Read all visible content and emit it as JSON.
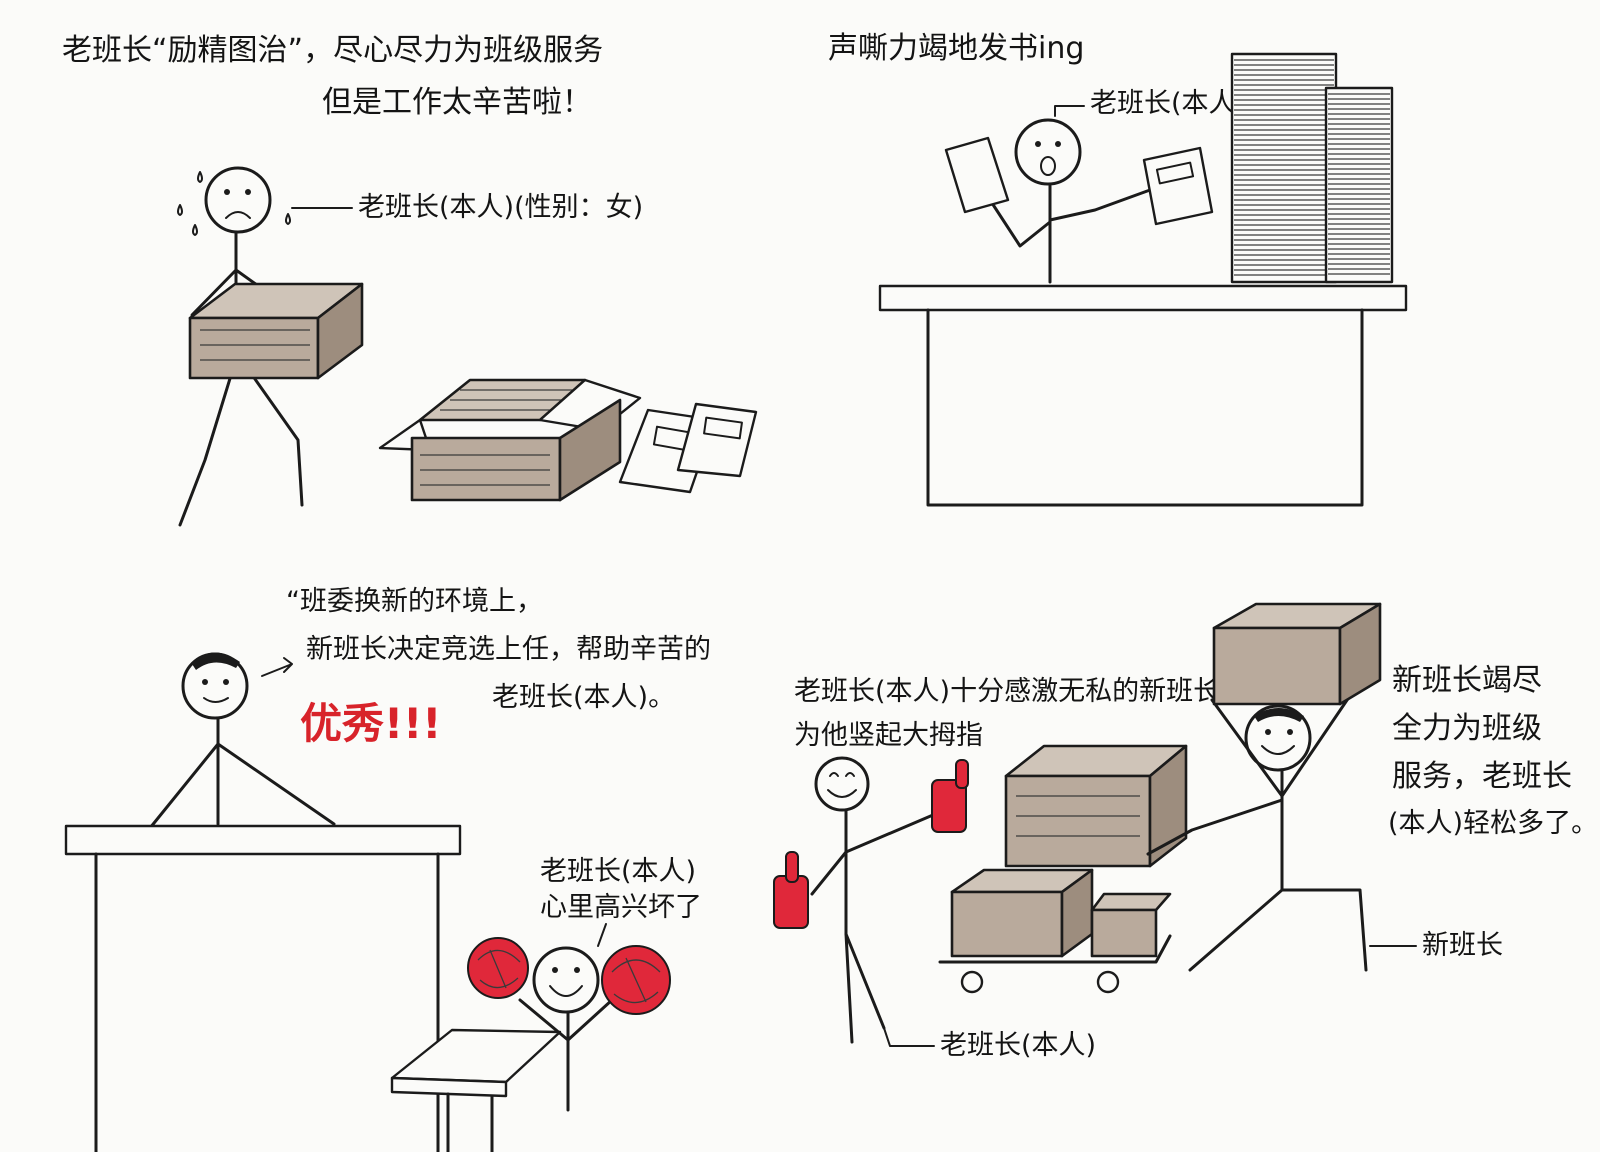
{
  "colors": {
    "ink": "#1b1b1b",
    "paper": "#fbfbf9",
    "cardboard": "#b9aa9c",
    "pompom_red": "#e0283a",
    "thumb_red": "#e0283a",
    "highlight_red": "#d8232a"
  },
  "panel1": {
    "caption_line1": "老班长“励精图治”，尽心尽力为班级服务",
    "caption_line2": "但是工作太辛苦啦！",
    "label_old_monitor": "老班长(本人)(性别：女)"
  },
  "panel2": {
    "caption": "声嘶力竭地发书ing",
    "label_old_monitor": "老班长(本人)"
  },
  "panel3": {
    "speech_line1": "“班委换新的环境上，",
    "speech_line2": "新班长决定竞选上任，帮助辛苦的",
    "speech_line3": "老班长(本人)。",
    "highlight": "优秀!!!",
    "label_line1": "老班长(本人)",
    "label_line2": "心里高兴坏了"
  },
  "panel4": {
    "caption_line1": "老班长(本人)十分感激无私的新班长，",
    "caption_line2": "为他竖起大拇指",
    "right_line1": "新班长竭尽",
    "right_line2": "全力为班级",
    "right_line3": "服务，老班长",
    "right_line4": "(本人)轻松多了。",
    "label_new_monitor": "新班长",
    "label_old_monitor": "老班长(本人)"
  },
  "icons": [
    "stick-figure",
    "sweat-drop-icon",
    "cardboard-box-icon",
    "open-box-icon",
    "book-icon",
    "paper-stack-icon",
    "podium-icon",
    "pompom-icon",
    "thumbs-up-icon",
    "cart-icon",
    "desk-icon"
  ]
}
